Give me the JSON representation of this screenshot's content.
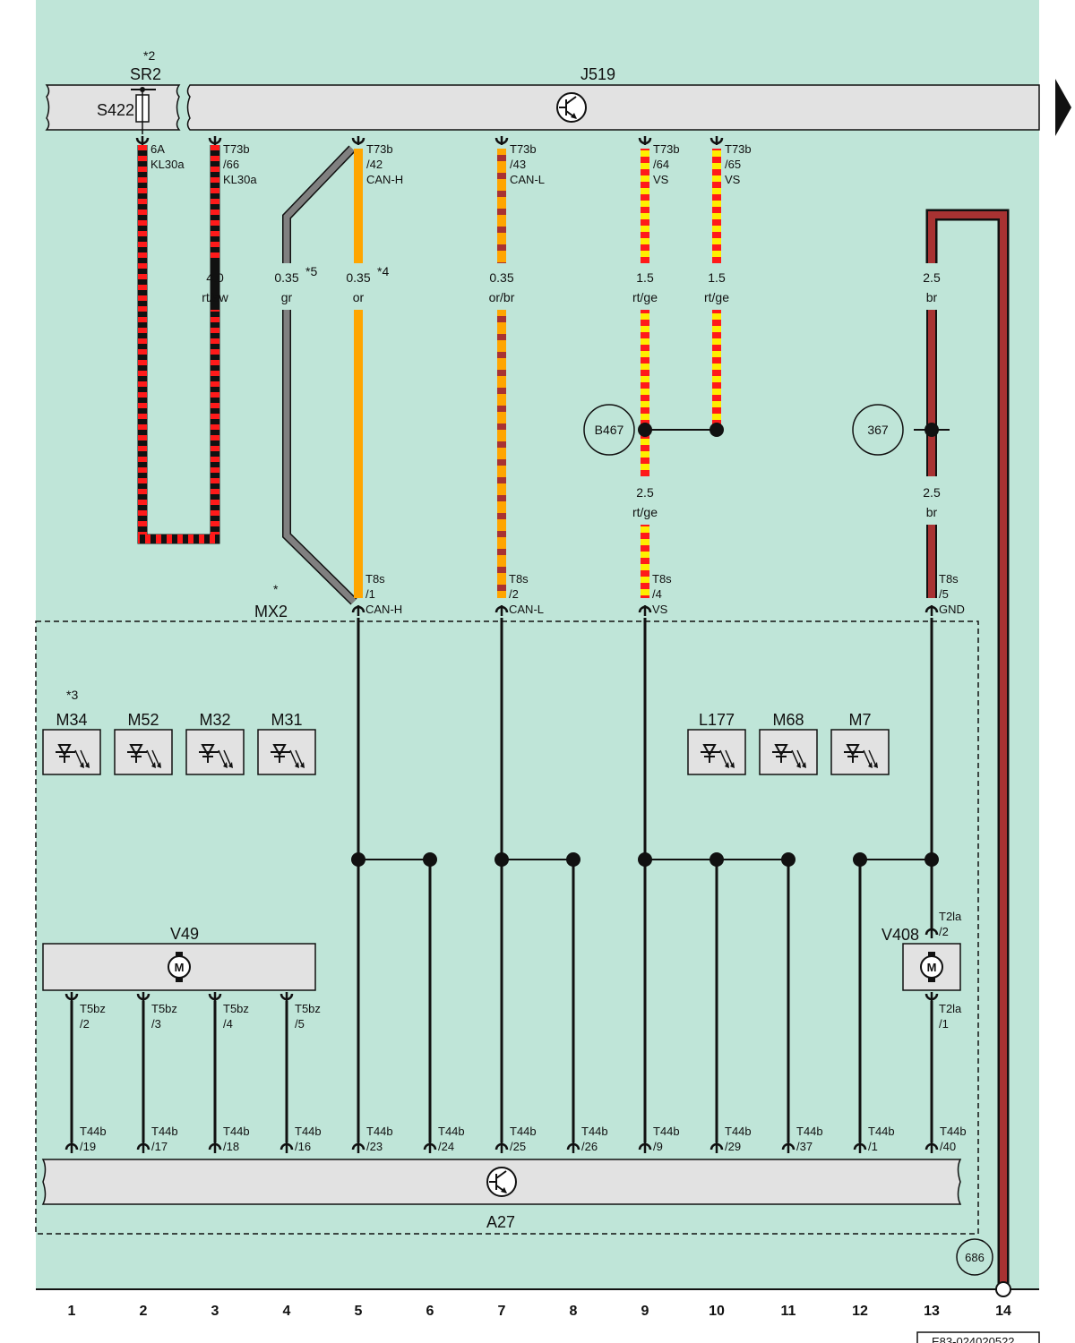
{
  "diagram": {
    "doc_code": "E83-024020522",
    "colors": {
      "background": "#bfe5d8",
      "component": "#e2e2e2",
      "red": "#ff1a1a",
      "black": "#111111",
      "yellow": "#ffee00",
      "orange": "#ffa500",
      "brown": "#a83232",
      "grey": "#808080"
    },
    "top": {
      "sr2": "SR2",
      "sr2_note": "*2",
      "s422": "S422",
      "j519": "J519",
      "pins": {
        "p2": [
          "6A",
          "KL30a"
        ],
        "p3": [
          "T73b",
          "/66",
          "KL30a"
        ],
        "p5": [
          "T73b",
          "/42",
          "CAN-H"
        ],
        "p7": [
          "T73b",
          "/43",
          "CAN-L"
        ],
        "p9": [
          "T73b",
          "/64",
          "VS"
        ],
        "p10": [
          "T73b",
          "/65",
          "VS"
        ]
      }
    },
    "wires": {
      "w3": [
        "4.0",
        "rt/sw"
      ],
      "w4": [
        "0.35",
        "gr"
      ],
      "w4_note": "*5",
      "w5": [
        "0.35",
        "or"
      ],
      "w5_note": "*4",
      "w7": [
        "0.35",
        "or/br"
      ],
      "w9": [
        "1.5",
        "rt/ge"
      ],
      "w10": [
        "1.5",
        "rt/ge"
      ],
      "w13": [
        "2.5",
        "br"
      ],
      "w9b": [
        "2.5",
        "rt/ge"
      ],
      "w13b": [
        "2.5",
        "br"
      ]
    },
    "junctions": {
      "b467": "B467",
      "j367": "367",
      "j686": "686"
    },
    "mx2": {
      "label": "MX2",
      "note": "*",
      "pins": {
        "p5": [
          "T8s",
          "/1",
          "CAN-H"
        ],
        "p7": [
          "T8s",
          "/2",
          "CAN-L"
        ],
        "p9": [
          "T8s",
          "/4",
          "VS"
        ],
        "p13": [
          "T8s",
          "/5",
          "GND"
        ]
      },
      "lamps": [
        "M34",
        "M52",
        "M32",
        "M31",
        "L177",
        "M68",
        "M7"
      ],
      "lamp_note": "*3",
      "v49": "V49",
      "v49_pins": [
        [
          "T5bz",
          "/2"
        ],
        [
          "T5bz",
          "/3"
        ],
        [
          "T5bz",
          "/4"
        ],
        [
          "T5bz",
          "/5"
        ]
      ],
      "v408": "V408",
      "v408_pins": [
        [
          "T2la",
          "/2"
        ],
        [
          "T2la",
          "/1"
        ]
      ],
      "a27": "A27",
      "a27_pins": [
        [
          "T44b",
          "/19"
        ],
        [
          "T44b",
          "/17"
        ],
        [
          "T44b",
          "/18"
        ],
        [
          "T44b",
          "/16"
        ],
        [
          "T44b",
          "/23"
        ],
        [
          "T44b",
          "/24"
        ],
        [
          "T44b",
          "/25"
        ],
        [
          "T44b",
          "/26"
        ],
        [
          "T44b",
          "/9"
        ],
        [
          "T44b",
          "/29"
        ],
        [
          "T44b",
          "/37"
        ],
        [
          "T44b",
          "/1"
        ],
        [
          "T44b",
          "/40"
        ]
      ]
    },
    "columns": [
      "1",
      "2",
      "3",
      "4",
      "5",
      "6",
      "7",
      "8",
      "9",
      "10",
      "11",
      "12",
      "13",
      "14"
    ]
  }
}
